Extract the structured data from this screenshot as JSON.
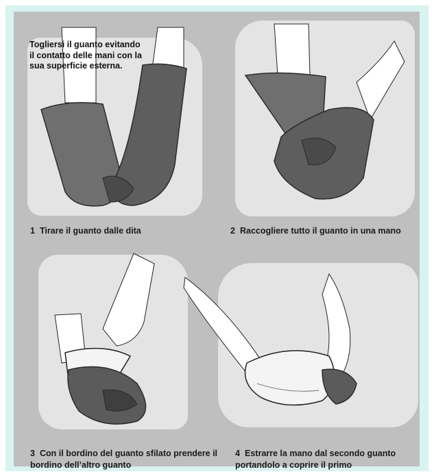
{
  "colors": {
    "frame": "#d8f3f0",
    "panel": "#bfbfbf",
    "highlight": "#e4e4e4",
    "glove": "#6f6f6f",
    "glove_dark": "#4a4a4a",
    "glove_inner": "#f4f4f4",
    "skin": "#ffffff",
    "text": "#1a1a1a"
  },
  "intro_text": "Togliersi il guanto evitando il contatto delle mani con la sua superficie esterna.",
  "steps": [
    {
      "number": "1",
      "text": "Tirare il guanto dalle dita"
    },
    {
      "number": "2",
      "text": "Raccogliere tutto il guanto in una mano"
    },
    {
      "number": "3",
      "text": "Con il bordino del guanto sfilato prendere il bordino dell’altro guanto"
    },
    {
      "number": "4",
      "text": "Estrarre la mano dal secondo guanto portandolo a coprire il primo"
    }
  ],
  "illustrations": [
    {
      "step": "1",
      "icon": "gloved-hands-pulling-icon"
    },
    {
      "step": "2",
      "icon": "glove-gathered-in-hand-icon"
    },
    {
      "step": "3",
      "icon": "gripping-glove-cuff-icon"
    },
    {
      "step": "4",
      "icon": "glove-turned-inside-out-icon"
    }
  ]
}
